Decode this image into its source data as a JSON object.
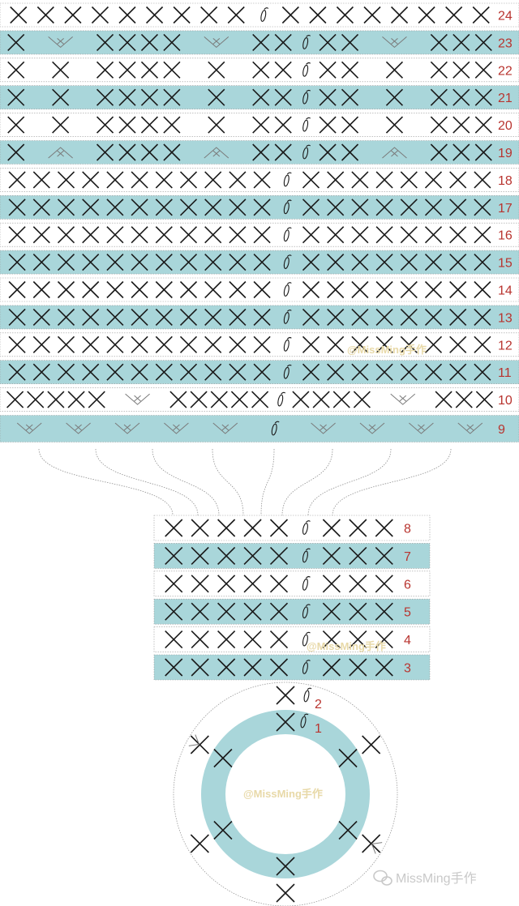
{
  "colors": {
    "band": "#a9d6da",
    "stitch": "#1a1a1a",
    "light_stitch": "#7a7a7a",
    "number": "#b8342f",
    "outline": "#9a9a9a"
  },
  "upper_rows": [
    {
      "label": "24",
      "shaded": false,
      "stitches": [
        "X",
        "X",
        "X",
        "X",
        "X",
        "X",
        "X",
        "X",
        "X",
        "C",
        "X",
        "X",
        "X",
        "X",
        "X",
        "X",
        "X",
        "X"
      ]
    },
    {
      "label": "23",
      "shaded": true,
      "stitches": [
        "X",
        "",
        "V",
        "",
        "X",
        "X",
        "X",
        "X",
        "",
        "V",
        "",
        "X",
        "X",
        "C",
        "X",
        "X",
        "",
        "V",
        "",
        "X",
        "X",
        "X"
      ]
    },
    {
      "label": "22",
      "shaded": false,
      "stitches": [
        "X",
        "",
        "X",
        "",
        "X",
        "X",
        "X",
        "X",
        "",
        "X",
        "",
        "X",
        "X",
        "C",
        "X",
        "X",
        "",
        "X",
        "",
        "X",
        "X",
        "X"
      ]
    },
    {
      "label": "21",
      "shaded": true,
      "stitches": [
        "X",
        "",
        "X",
        "",
        "X",
        "X",
        "X",
        "X",
        "",
        "X",
        "",
        "X",
        "X",
        "C",
        "X",
        "X",
        "",
        "X",
        "",
        "X",
        "X",
        "X"
      ]
    },
    {
      "label": "20",
      "shaded": false,
      "stitches": [
        "X",
        "",
        "X",
        "",
        "X",
        "X",
        "X",
        "X",
        "",
        "X",
        "",
        "X",
        "X",
        "C",
        "X",
        "X",
        "",
        "X",
        "",
        "X",
        "X",
        "X"
      ]
    },
    {
      "label": "19",
      "shaded": true,
      "stitches": [
        "X",
        "",
        "A",
        "",
        "X",
        "X",
        "X",
        "X",
        "",
        "A",
        "",
        "X",
        "X",
        "C",
        "X",
        "X",
        "",
        "A",
        "",
        "X",
        "X",
        "X"
      ]
    },
    {
      "label": "18",
      "shaded": false,
      "stitches": [
        "X",
        "X",
        "X",
        "X",
        "X",
        "X",
        "X",
        "X",
        "X",
        "X",
        "X",
        "C",
        "X",
        "X",
        "X",
        "X",
        "X",
        "X",
        "X",
        "X"
      ]
    },
    {
      "label": "17",
      "shaded": true,
      "stitches": [
        "X",
        "X",
        "X",
        "X",
        "X",
        "X",
        "X",
        "X",
        "X",
        "X",
        "X",
        "C",
        "X",
        "X",
        "X",
        "X",
        "X",
        "X",
        "X",
        "X"
      ]
    },
    {
      "label": "16",
      "shaded": false,
      "stitches": [
        "X",
        "X",
        "X",
        "X",
        "X",
        "X",
        "X",
        "X",
        "X",
        "X",
        "X",
        "C",
        "X",
        "X",
        "X",
        "X",
        "X",
        "X",
        "X",
        "X"
      ]
    },
    {
      "label": "15",
      "shaded": true,
      "stitches": [
        "X",
        "X",
        "X",
        "X",
        "X",
        "X",
        "X",
        "X",
        "X",
        "X",
        "X",
        "C",
        "X",
        "X",
        "X",
        "X",
        "X",
        "X",
        "X",
        "X"
      ]
    },
    {
      "label": "14",
      "shaded": false,
      "stitches": [
        "X",
        "X",
        "X",
        "X",
        "X",
        "X",
        "X",
        "X",
        "X",
        "X",
        "X",
        "C",
        "X",
        "X",
        "X",
        "X",
        "X",
        "X",
        "X",
        "X"
      ]
    },
    {
      "label": "13",
      "shaded": true,
      "stitches": [
        "X",
        "X",
        "X",
        "X",
        "X",
        "X",
        "X",
        "X",
        "X",
        "X",
        "X",
        "C",
        "X",
        "X",
        "X",
        "X",
        "X",
        "X",
        "X",
        "X"
      ]
    },
    {
      "label": "12",
      "shaded": false,
      "stitches": [
        "X",
        "X",
        "X",
        "X",
        "X",
        "X",
        "X",
        "X",
        "X",
        "X",
        "X",
        "C",
        "X",
        "X",
        "X",
        "X",
        "X",
        "X",
        "X",
        "X"
      ]
    },
    {
      "label": "11",
      "shaded": true,
      "stitches": [
        "X",
        "X",
        "X",
        "X",
        "X",
        "X",
        "X",
        "X",
        "X",
        "X",
        "X",
        "C",
        "X",
        "X",
        "X",
        "X",
        "X",
        "X",
        "X",
        "X"
      ]
    },
    {
      "label": "10",
      "shaded": false,
      "stitches": [
        "X",
        "X",
        "X",
        "X",
        "X",
        "",
        "V",
        "",
        "X",
        "X",
        "X",
        "X",
        "X",
        "C",
        "X",
        "X",
        "X",
        "X",
        "",
        "V",
        "",
        "X",
        "X",
        "X"
      ]
    },
    {
      "label": "9",
      "shaded": true,
      "stitches": [
        "V",
        "V",
        "V",
        "V",
        "V",
        "C",
        "V",
        "V",
        "V",
        "V"
      ]
    }
  ],
  "lower_rows": [
    {
      "label": "8",
      "shaded": false,
      "stitches": [
        "X",
        "X",
        "X",
        "X",
        "X",
        "C",
        "X",
        "X",
        "X"
      ]
    },
    {
      "label": "7",
      "shaded": true,
      "stitches": [
        "X",
        "X",
        "X",
        "X",
        "X",
        "C",
        "X",
        "X",
        "X"
      ]
    },
    {
      "label": "6",
      "shaded": false,
      "stitches": [
        "X",
        "X",
        "X",
        "X",
        "X",
        "C",
        "X",
        "X",
        "X"
      ]
    },
    {
      "label": "5",
      "shaded": true,
      "stitches": [
        "X",
        "X",
        "X",
        "X",
        "X",
        "C",
        "X",
        "X",
        "X"
      ]
    },
    {
      "label": "4",
      "shaded": false,
      "stitches": [
        "X",
        "X",
        "X",
        "X",
        "X",
        "C",
        "X",
        "X",
        "X"
      ]
    },
    {
      "label": "3",
      "shaded": true,
      "stitches": [
        "X",
        "X",
        "X",
        "X",
        "X",
        "C",
        "X",
        "X",
        "X"
      ]
    }
  ],
  "ring": {
    "inner_label": "1",
    "outer_label": "2"
  },
  "watermarks": {
    "center": "@MissMing手作",
    "corner": "MissMing手作"
  }
}
